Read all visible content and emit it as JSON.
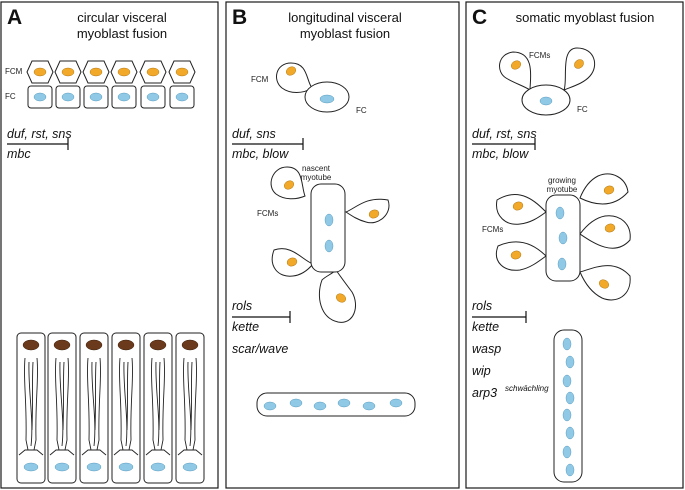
{
  "figure": {
    "panels": [
      {
        "letter": "A",
        "title_lines": [
          "circular visceral",
          "myoblast fusion"
        ],
        "cell_labels": {
          "fcm": "FCM",
          "fc": "FC"
        },
        "gene_groups": [
          {
            "genes": "duf, rst, sns"
          },
          {
            "genes": "mbc"
          }
        ]
      },
      {
        "letter": "B",
        "title_lines": [
          "longitudinal visceral",
          "myoblast fusion"
        ],
        "cell_labels": {
          "fcm": "FCM",
          "fc": "FC",
          "fcms": "FCMs",
          "myotube_line1": "nascent",
          "myotube_line2": "myotube"
        },
        "gene_groups": [
          {
            "genes": "duf, sns"
          },
          {
            "genes": "mbc, blow"
          },
          {
            "genes": "rols"
          },
          {
            "genes": "kette"
          },
          {
            "genes": "scar/wave"
          }
        ]
      },
      {
        "letter": "C",
        "title_lines": [
          "somatic myoblast fusion"
        ],
        "cell_labels": {
          "fcms_top": "FCMs",
          "fc": "FC",
          "fcms": "FCMs",
          "myotube_line1": "growing",
          "myotube_line2": "myotube"
        },
        "gene_groups": [
          {
            "genes": "duf, rst, sns"
          },
          {
            "genes": "mbc, blow"
          },
          {
            "genes": "rols"
          },
          {
            "genes": "kette"
          },
          {
            "genes": "wasp"
          },
          {
            "genes": "wip"
          },
          {
            "genes": "arp3",
            "superscript": "schwächling"
          }
        ]
      }
    ],
    "colors": {
      "fcm_nucleus": "#f2a92a",
      "fc_nucleus": "#8fc9e6",
      "mature_nucleus": "#6b3a1c",
      "outline": "#222222"
    }
  }
}
